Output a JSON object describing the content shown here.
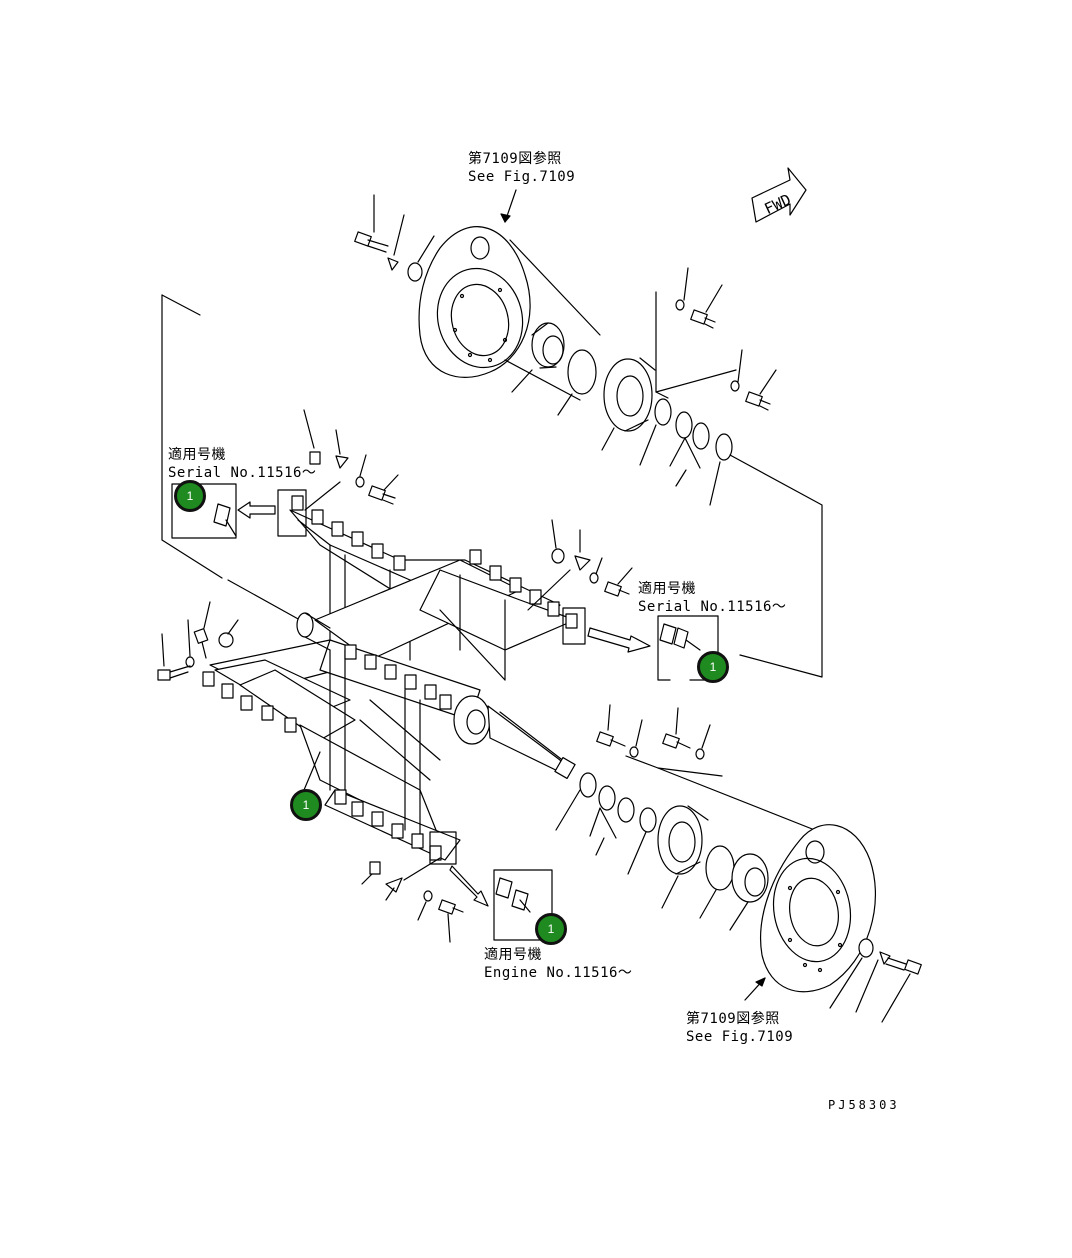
{
  "labels": {
    "top_ref_jp": "第7109図参照",
    "top_ref_en": "See Fig.7109",
    "left_serial_jp": "適用号機",
    "left_serial_en": "Serial No.11516～",
    "right_serial_jp": "適用号機",
    "right_serial_en": "Serial No.11516～",
    "bottom_engine_jp": "適用号機",
    "bottom_engine_en": "Engine No.11516～",
    "bottom_ref_jp": "第7109図参照",
    "bottom_ref_en": "See Fig.7109",
    "fwd": "FWD",
    "drawing_code": "PJ58303"
  },
  "markers": [
    {
      "label": "1"
    },
    {
      "label": "1"
    },
    {
      "label": "1"
    },
    {
      "label": "1"
    }
  ],
  "colors": {
    "marker_fill": "#1f8a1f",
    "marker_border": "#111111",
    "line": "#000000"
  },
  "icons": {
    "fwd_arrow": "fwd-arrow-icon",
    "callout_marker": "callout-circle-icon"
  }
}
